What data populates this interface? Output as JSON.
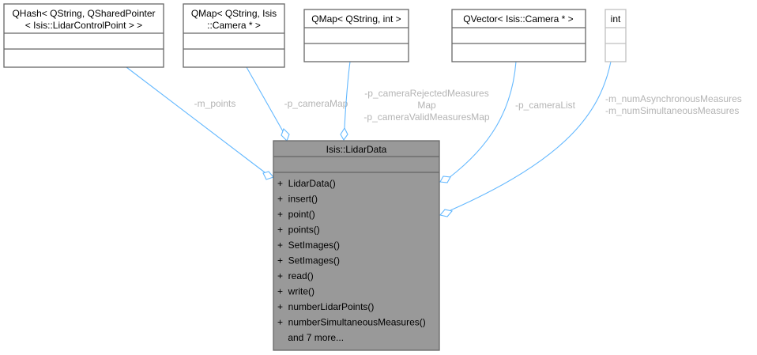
{
  "main_class": {
    "title": "Isis::LidarData",
    "methods": [
      "+  LidarData()",
      "+  insert()",
      "+  point()",
      "+  points()",
      "+  SetImages()",
      "+  SetImages()",
      "+  read()",
      "+  write()",
      "+  numberLidarPoints()",
      "+  numberSimultaneousMeasures()",
      "    and 7 more..."
    ]
  },
  "classes": [
    {
      "title_lines": [
        "QHash< QString, QSharedPointer",
        "< Isis::LidarControlPoint > >"
      ]
    },
    {
      "title_lines": [
        "QMap< QString, Isis",
        "::Camera * >"
      ]
    },
    {
      "title_lines": [
        "QMap< QString, int >"
      ]
    },
    {
      "title_lines": [
        "QVector< Isis::Camera * >"
      ]
    },
    {
      "title_lines": [
        "int"
      ]
    }
  ],
  "edges": [
    {
      "labels": [
        "-m_points"
      ]
    },
    {
      "labels": [
        "-p_cameraMap"
      ]
    },
    {
      "labels": [
        "-p_cameraRejectedMeasures",
        "Map",
        "-p_cameraValidMeasuresMap"
      ]
    },
    {
      "labels": [
        "-p_cameraList"
      ]
    },
    {
      "labels": [
        "-m_numAsynchronousMeasures",
        "-m_numSimultaneousMeasures"
      ]
    }
  ],
  "colors": {
    "edge": "#63b8ff",
    "main_fill": "#999999",
    "label": "#b4b4b4"
  }
}
